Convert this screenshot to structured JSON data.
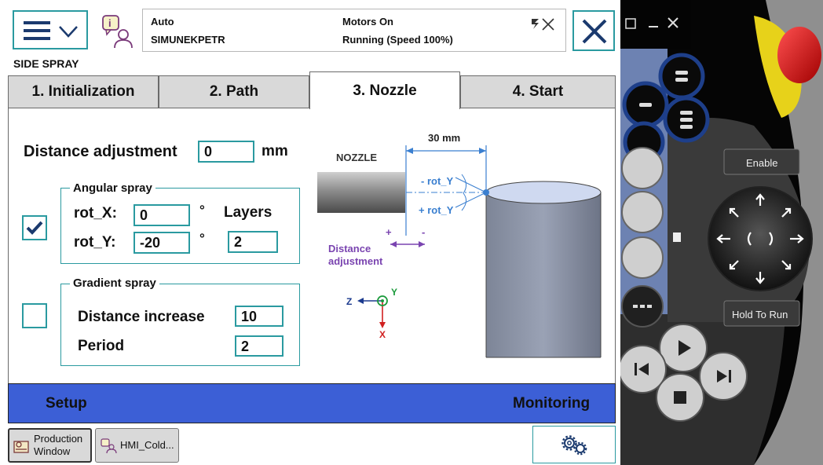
{
  "header": {
    "mode": "Auto",
    "controller": "SIMUNEKPETR",
    "motors": "Motors On",
    "running": "Running (Speed 100%)",
    "app_title": "SIDE SPRAY"
  },
  "tabs": [
    {
      "label": "1. Initialization"
    },
    {
      "label": "2. Path"
    },
    {
      "label": "3. Nozzle",
      "active": true
    },
    {
      "label": "4. Start"
    }
  ],
  "form": {
    "distance_adjustment_label": "Distance adjustment",
    "distance_adjustment_value": "0",
    "distance_unit": "mm",
    "angular": {
      "title": "Angular spray",
      "checked": true,
      "rot_x_label": "rot_X:",
      "rot_x_value": "0",
      "rot_y_label": "rot_Y:",
      "rot_y_value": "-20",
      "degree": "°",
      "layers_label": "Layers",
      "layers_value": "2"
    },
    "gradient": {
      "title": "Gradient spray",
      "checked": false,
      "distance_increase_label": "Distance increase",
      "distance_increase_value": "10",
      "period_label": "Period",
      "period_value": "2"
    }
  },
  "diagram": {
    "dimension": "30 mm",
    "nozzle": "NOZZLE",
    "minus_rot_y": "- rot_Y",
    "plus_rot_y": "+ rot_Y",
    "plus": "+",
    "minus": "-",
    "distance_adjustment": [
      "Distance",
      "adjustment"
    ],
    "axis_z": "Z",
    "axis_y": "Y",
    "axis_x": "X"
  },
  "bottom_bar": {
    "setup": "Setup",
    "monitoring": "Monitoring"
  },
  "taskbar": {
    "production_window": [
      "Production",
      "Window"
    ],
    "hmi": "HMI_Cold..."
  },
  "pendant": {
    "enable": "Enable",
    "hold_to_run": "Hold To Run"
  },
  "colors": {
    "accent": "#2a9aa0",
    "blue_bar": "#3c5fd6",
    "diagram_purple": "#7a44b0",
    "diagram_blue": "#3a7fd0",
    "pendant_blue": "#6d82b2"
  },
  "icons": [
    "menu-icon",
    "chevron-down-icon",
    "hmi-user-icon",
    "close-icon",
    "signal-icon",
    "checkmark-icon",
    "settings-gears-icon",
    "production-window-icon",
    "hmi-app-icon",
    "play-icon",
    "stop-icon",
    "skip-back-icon",
    "skip-forward-icon"
  ]
}
